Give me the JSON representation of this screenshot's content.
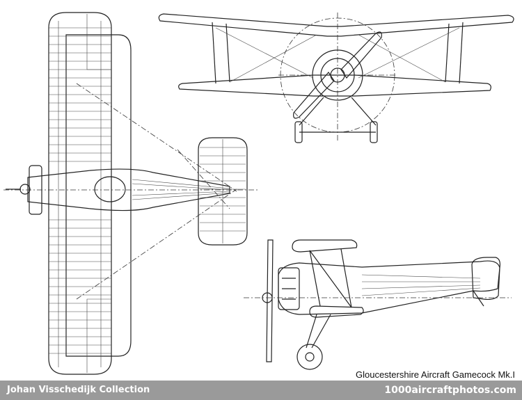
{
  "caption": "Gloucestershire Aircraft Gamecock Mk.I",
  "footer": {
    "collection": "Johan Visschedijk Collection",
    "site": "1000aircraftphotos.com"
  },
  "colors": {
    "line": "#222222",
    "footer_bg": "#9a9a9a",
    "footer_text": "#ffffff",
    "background": "#ffffff"
  }
}
